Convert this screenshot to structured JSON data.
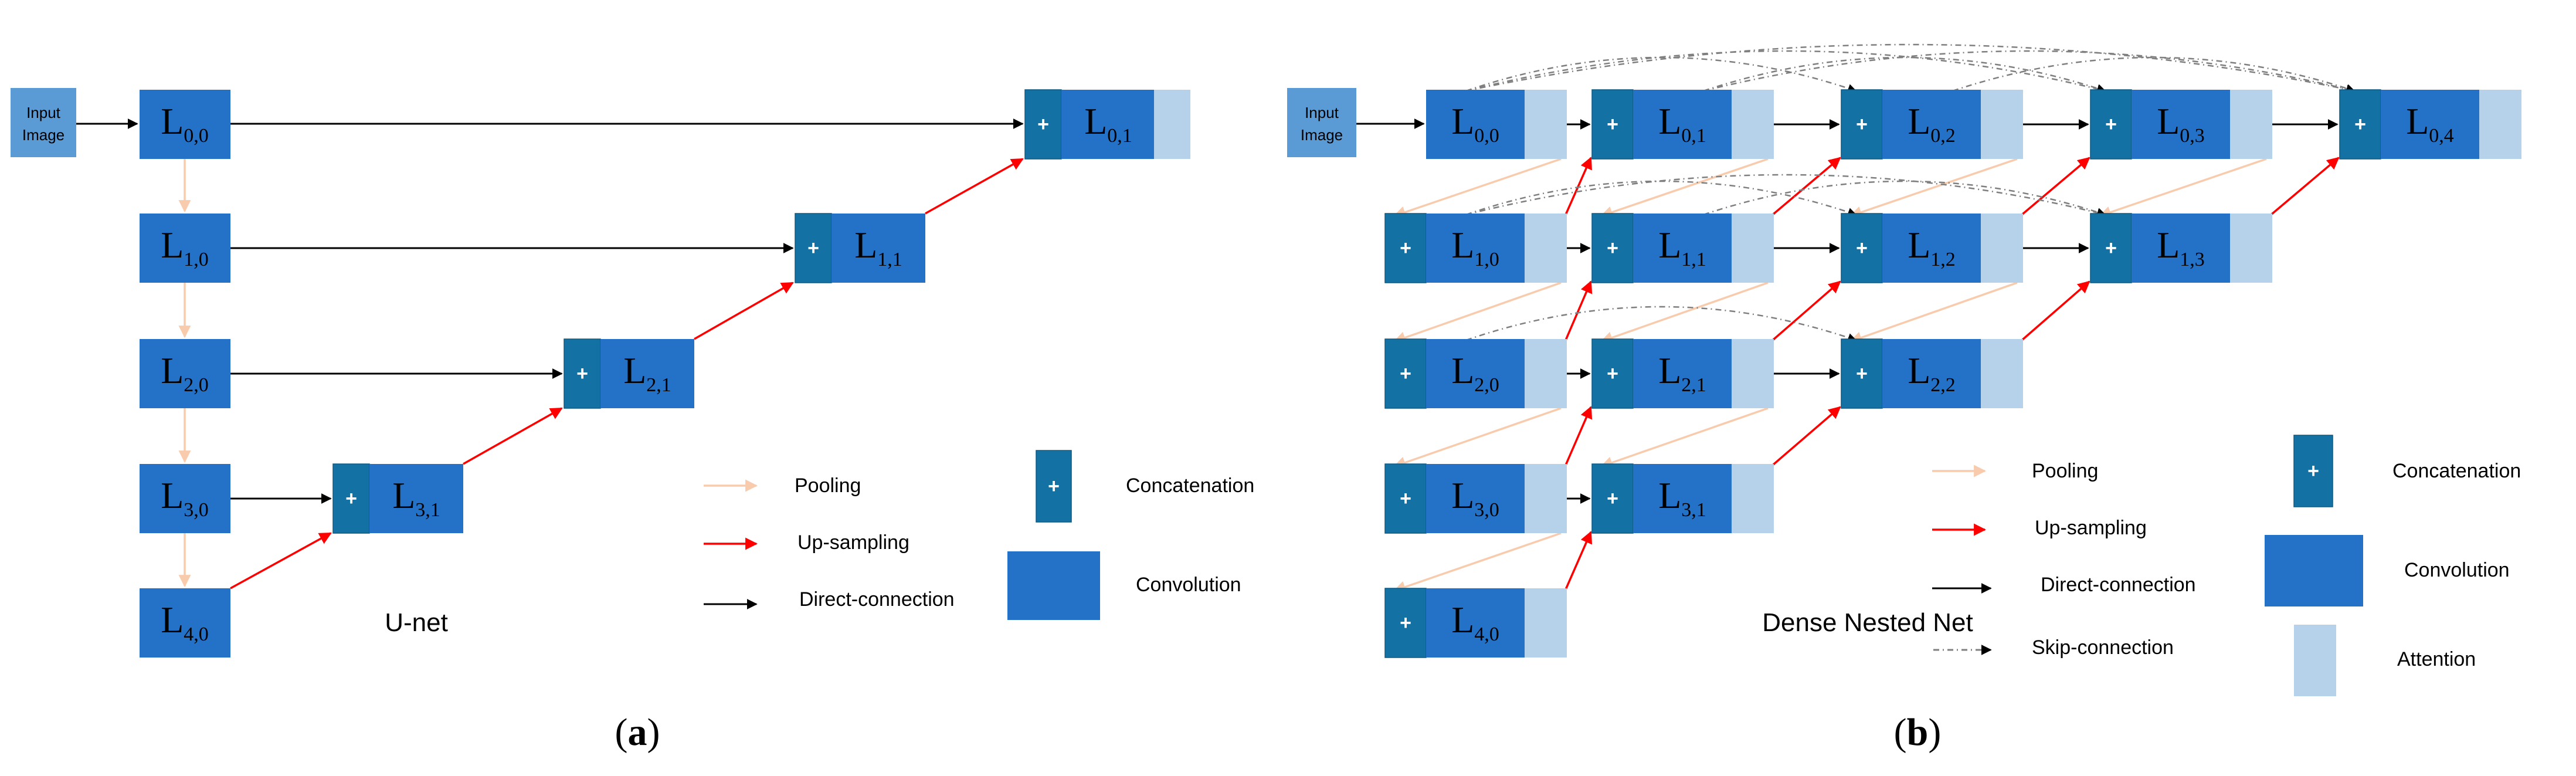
{
  "colors": {
    "conv": "#2472C8",
    "concat": "#1471A4",
    "attention": "#B6D1EA",
    "input": "#5B9BD5",
    "pooling": "#F8CBAD",
    "upsampling": "#FF0000",
    "direct": "#000000",
    "skip": "#7F7F7F"
  },
  "panel_a": {
    "input_label": [
      "Input",
      "Image"
    ],
    "title": "U-net",
    "caption": "a",
    "nodes": [
      {
        "label": "L",
        "sub": "0,0"
      },
      {
        "label": "L",
        "sub": "1,0"
      },
      {
        "label": "L",
        "sub": "2,0"
      },
      {
        "label": "L",
        "sub": "3,0"
      },
      {
        "label": "L",
        "sub": "4,0"
      },
      {
        "label": "L",
        "sub": "3,1"
      },
      {
        "label": "L",
        "sub": "2,1"
      },
      {
        "label": "L",
        "sub": "1,1"
      },
      {
        "label": "L",
        "sub": "0,1"
      }
    ],
    "legend": {
      "pooling": "Pooling",
      "upsampling": "Up-sampling",
      "direct": "Direct-connection",
      "concatenation": "Concatenation",
      "convolution": "Convolution"
    }
  },
  "panel_b": {
    "input_label": [
      "Input",
      "Image"
    ],
    "title": "Dense Nested Net",
    "caption": "b",
    "nodes": [
      {
        "label": "L",
        "sub": "0,0"
      },
      {
        "label": "L",
        "sub": "0,1"
      },
      {
        "label": "L",
        "sub": "0,2"
      },
      {
        "label": "L",
        "sub": "0,3"
      },
      {
        "label": "L",
        "sub": "0,4"
      },
      {
        "label": "L",
        "sub": "1,0"
      },
      {
        "label": "L",
        "sub": "1,1"
      },
      {
        "label": "L",
        "sub": "1,2"
      },
      {
        "label": "L",
        "sub": "1,3"
      },
      {
        "label": "L",
        "sub": "2,0"
      },
      {
        "label": "L",
        "sub": "2,1"
      },
      {
        "label": "L",
        "sub": "2,2"
      },
      {
        "label": "L",
        "sub": "3,0"
      },
      {
        "label": "L",
        "sub": "3,1"
      },
      {
        "label": "L",
        "sub": "4,0"
      }
    ],
    "legend": {
      "pooling": "Pooling",
      "upsampling": "Up-sampling",
      "direct": "Direct-connection",
      "skip": "Skip-connection",
      "concatenation": "Concatenation",
      "convolution": "Convolution",
      "attention": "Attention"
    }
  },
  "plus_symbol": "+"
}
